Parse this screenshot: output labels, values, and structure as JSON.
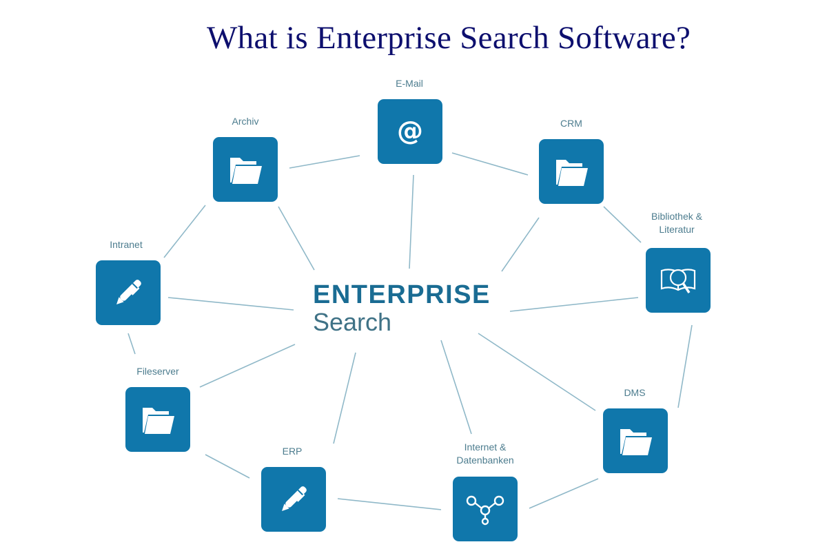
{
  "title": "What is Enterprise Search Software?",
  "center": {
    "line1": "ENTERPRISE",
    "line2": "Search"
  },
  "colors": {
    "title": "#0d0f6e",
    "node": "#1077ab",
    "label": "#4c7c8e",
    "line": "#8fb8c8"
  },
  "nodes": [
    {
      "id": "email",
      "label": "E-Mail",
      "icon": "at-icon"
    },
    {
      "id": "crm",
      "label": "CRM",
      "icon": "folder-icon"
    },
    {
      "id": "bibliothek",
      "label": "Bibliothek &\nLiteratur",
      "label_line1": "Bibliothek &",
      "label_line2": "Literatur",
      "icon": "book-search-icon"
    },
    {
      "id": "dms",
      "label": "DMS",
      "icon": "folder-icon"
    },
    {
      "id": "internet",
      "label": "Internet &\nDatenbanken",
      "label_line1": "Internet &",
      "label_line2": "Datenbanken",
      "icon": "network-icon"
    },
    {
      "id": "erp",
      "label": "ERP",
      "icon": "pen-icon"
    },
    {
      "id": "fileserver",
      "label": "Fileserver",
      "icon": "folder-icon"
    },
    {
      "id": "intranet",
      "label": "Intranet",
      "icon": "pen-icon"
    },
    {
      "id": "archiv",
      "label": "Archiv",
      "icon": "folder-icon"
    }
  ]
}
